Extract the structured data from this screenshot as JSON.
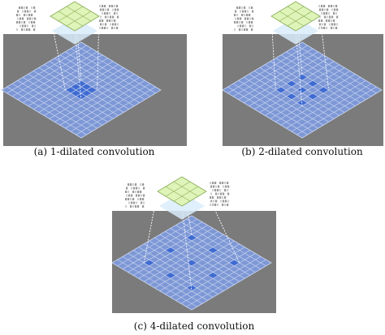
{
  "panels": [
    {
      "id": "a",
      "caption": "(a)  1-dilated convolution",
      "dilation": 1
    },
    {
      "id": "b",
      "caption": "(b)  2-dilated convolution",
      "dilation": 2
    },
    {
      "id": "c",
      "caption": "(c)  4-dilated convolution",
      "dilation": 4
    }
  ],
  "grid_cells": 15,
  "kernel_size": 3,
  "colors": {
    "background": "#7b7b7b",
    "grid_fill": "#7e98d6",
    "grid_line": "#c6d3f0",
    "active_cell": "#3f6bd2",
    "kernel_fill": "#dff4b8",
    "kernel_line": "#8fb15f",
    "ghost": "#9a9a9a"
  }
}
